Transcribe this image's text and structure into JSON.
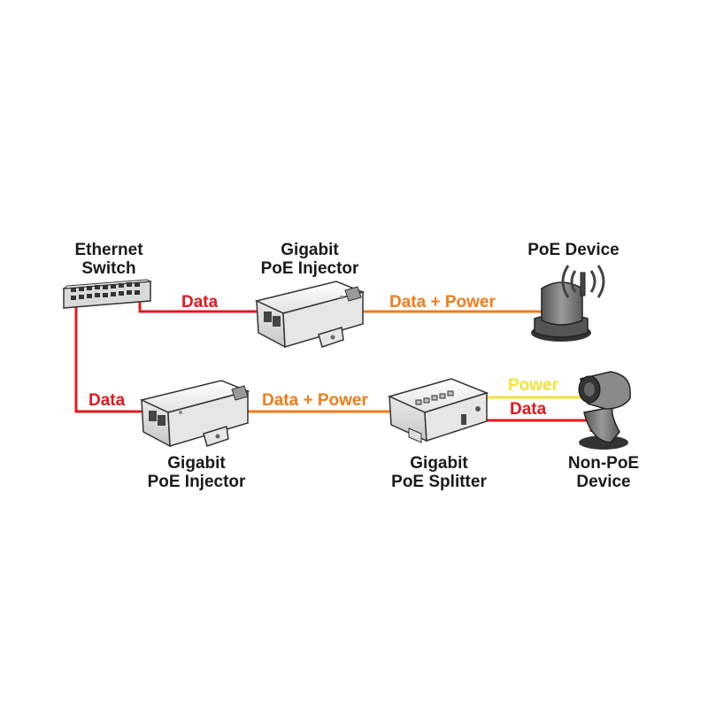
{
  "nodes": {
    "switch": {
      "line1": "Ethernet",
      "line2": "Switch"
    },
    "injector_top": {
      "line1": "Gigabit",
      "line2": "PoE Injector"
    },
    "poe_device": {
      "line1": "PoE Device"
    },
    "injector_bottom": {
      "line1": "Gigabit",
      "line2": "PoE Injector"
    },
    "splitter": {
      "line1": "Gigabit",
      "line2": "PoE Splitter"
    },
    "non_poe_device": {
      "line1": "Non-PoE",
      "line2": "Device"
    }
  },
  "links": {
    "switch_to_injector_top": "Data",
    "injector_top_to_poe_device": "Data + Power",
    "switch_to_injector_bottom": "Data",
    "injector_bottom_to_splitter": "Data + Power",
    "splitter_power": "Power",
    "splitter_data": "Data"
  },
  "colors": {
    "data": "#e0191e",
    "data_power": "#f07c1c",
    "power": "#f2e33a",
    "device_body": "#eeeeee",
    "outline": "#333333"
  }
}
